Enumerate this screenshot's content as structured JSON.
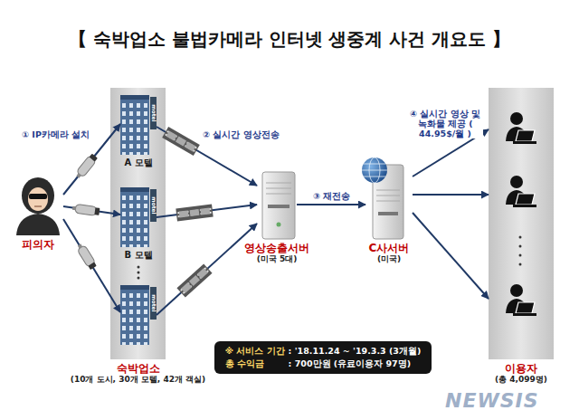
{
  "diagram": {
    "title": "【 숙박업소 불법카메라 인터넷 생중계 사건 개요도 】",
    "nodes": [
      {
        "text": [
          "피의자"
        ]
      },
      {
        "text": [
          "숙박업소",
          "(10개 도시, 30개 모텔, 42개 객실)"
        ]
      },
      {
        "text": [
          "A 모텔"
        ],
        "in": 1
      },
      {
        "text": [
          "B 모텔"
        ],
        "in": 1
      },
      {
        "text": [
          "영상송출서버",
          "(미국 5대)"
        ]
      },
      {
        "text": [
          "C사서버",
          "(미국)"
        ]
      },
      {
        "text": [
          "이용자",
          "(총 4,099명)"
        ]
      },
      {
        "text": [
          "※ 서비스 기간",
          ": '18.11.24 ~ '19.3.3 (3개월)",
          "총 수익금",
          ": 700만원 (유료이용자 97명)"
        ]
      }
    ],
    "edges": [
      {
        "from": 0,
        "to": 2,
        "arrow": "to",
        "label": "① IP카메라 설치"
      },
      {
        "from": 0,
        "to": 3,
        "arrow": "to"
      },
      {
        "from": 2,
        "to": 4,
        "arrow": "to",
        "label": "② 실시간 영상전송"
      },
      {
        "from": 3,
        "to": 4,
        "arrow": "to"
      },
      {
        "from": 4,
        "to": 5,
        "arrow": "to",
        "label": "③ 재전송"
      },
      {
        "from": 5,
        "to": 6,
        "arrow": "to",
        "label": "④ 실시간 영상 및 녹화물 제공 ( 44.95$/월 )"
      }
    ],
    "labels": [
      "motel",
      "motel",
      "motel",
      "NEWSIS"
    ]
  }
}
